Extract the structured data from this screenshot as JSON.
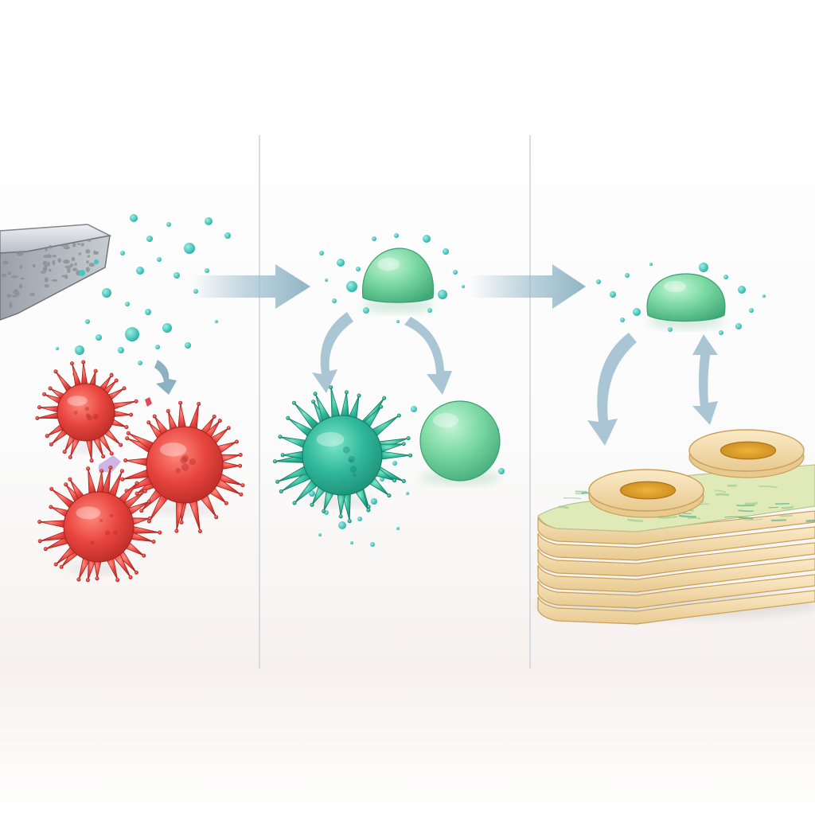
{
  "diagram": {
    "panels": [
      {
        "id": "panel-1",
        "contents": [
          "porous-scaffold",
          "released-particles",
          "spiky-cell",
          "spiky-cell",
          "spiky-cell"
        ]
      },
      {
        "id": "panel-2",
        "contents": [
          "round-cell",
          "spiky-cell",
          "round-cell"
        ]
      },
      {
        "id": "panel-3",
        "contents": [
          "round-cell",
          "layered-tissue"
        ]
      }
    ],
    "flow": [
      {
        "from": "panel-1",
        "to": "panel-2"
      },
      {
        "from": "panel-2",
        "to": "panel-3"
      }
    ],
    "colors": {
      "background": "#ffffff",
      "panel_divider": "#c9d3dc",
      "scaffold": "#a9b0b8",
      "particles": "#3fc8bf",
      "spiky_cell_red": "#e8453f",
      "spiky_cell_teal": "#2fb79a",
      "round_cell_green": "#7edaa5",
      "arrow": "#9bbccc",
      "tissue_base": "#f3ddb0",
      "tissue_top": "#dfeab8",
      "tissue_opening": "#e6a632"
    }
  }
}
